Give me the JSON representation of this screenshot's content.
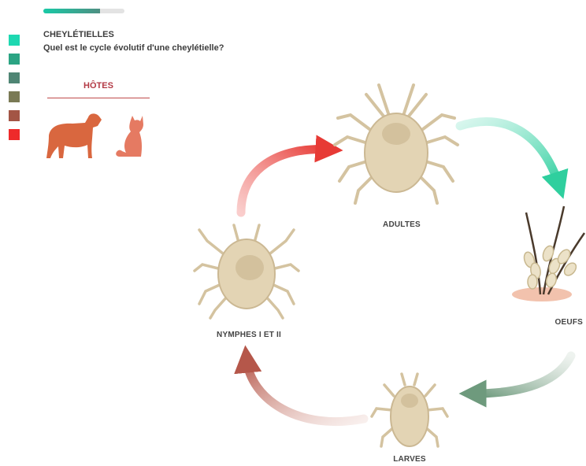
{
  "header": {
    "progress": 0.7,
    "title": "CHEYLÉTIELLES",
    "question": "Quel est le cycle évolutif d'une cheylétielle?"
  },
  "palette": [
    "#1ed8b1",
    "#2ba483",
    "#4f8574",
    "#7a7a55",
    "#a35545",
    "#ee2a2a"
  ],
  "hosts": {
    "label": "HÔTES",
    "icons": [
      "dog-icon",
      "cat-icon"
    ]
  },
  "stages": {
    "adults": "ADULTES",
    "eggs": "OEUFS",
    "larvae": "LARVES",
    "nymphs": "NYMPHES I ET II"
  },
  "arrow_colors": {
    "adults_to_eggs": "#2fcf9e",
    "eggs_to_larvae": "#6e9a7d",
    "larvae_to_nymphs": "#b5574a",
    "nymphs_to_adults": "#e73a35"
  }
}
